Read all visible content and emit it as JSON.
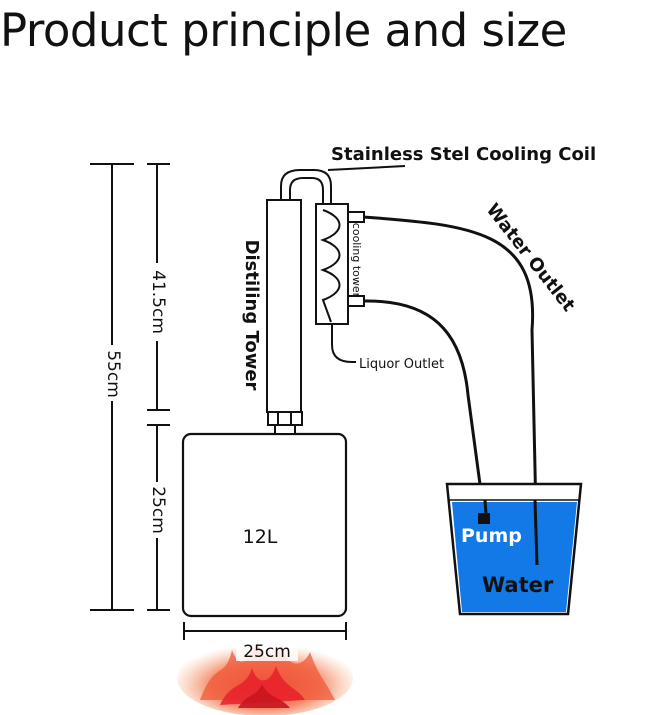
{
  "title": "Product principle and size",
  "labels": {
    "cooling_coil": "Stainless Stel Cooling Coil",
    "water_outlet": "Water Outlet",
    "distiling_tower": "Distiling Tower",
    "cooling_tower": "cooling tower",
    "liquor_outlet": "Liquor Outlet",
    "pump": "Pump",
    "water": "Water",
    "capacity": "12L"
  },
  "dimensions": {
    "total_height": "55cm",
    "tower_height": "41.5cm",
    "pot_height": "25cm",
    "pot_width": "25cm"
  },
  "colors": {
    "water": "#1279e6",
    "line": "#111111",
    "flame_outer": "#f7a36b",
    "flame_inner": "#e8292f"
  }
}
